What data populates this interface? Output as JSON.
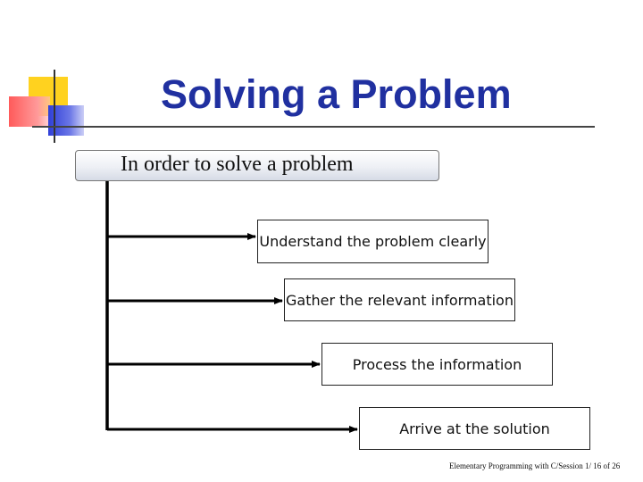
{
  "slide": {
    "title": "Solving a Problem",
    "intro": "In order to solve a problem",
    "steps": [
      "Understand the problem clearly",
      "Gather the relevant information",
      "Process the information",
      "Arrive at the solution"
    ],
    "footer": "Elementary Programming with C/Session 1/ 16 of 26"
  },
  "colors": {
    "title": "#2030a0",
    "deco_yellow": "#ffd21f",
    "deco_red": "#ff5a5a",
    "deco_blue": "#2f3fd8"
  }
}
